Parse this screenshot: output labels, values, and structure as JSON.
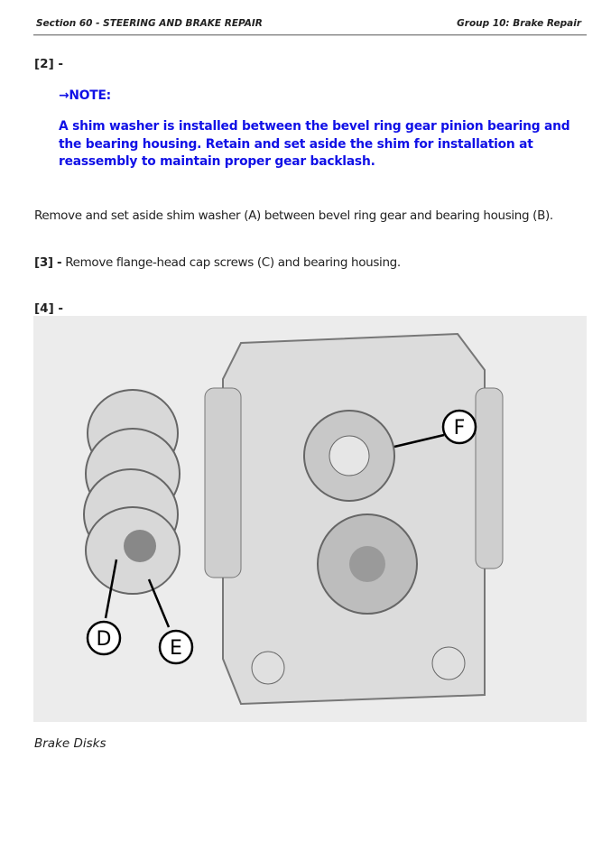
{
  "header": {
    "section": "Section 60 - STEERING AND BRAKE REPAIR",
    "group": "Group 10: Brake Repair"
  },
  "step2": {
    "label": "[2] -",
    "note_title": "→NOTE:",
    "note_text": "A shim washer is installed between the bevel ring gear pinion bearing and the bearing housing. Retain and set aside the shim for installation at reassembly to maintain proper gear backlash.",
    "instruction": "Remove and set aside shim washer (A) between bevel ring gear and bearing housing (B)."
  },
  "step3": {
    "label": "[3] -",
    "text": "Remove flange-head cap screws (C) and bearing housing."
  },
  "step4": {
    "label": "[4] -"
  },
  "figure": {
    "callouts": [
      "D",
      "E",
      "F"
    ],
    "caption": "Brake Disks"
  }
}
